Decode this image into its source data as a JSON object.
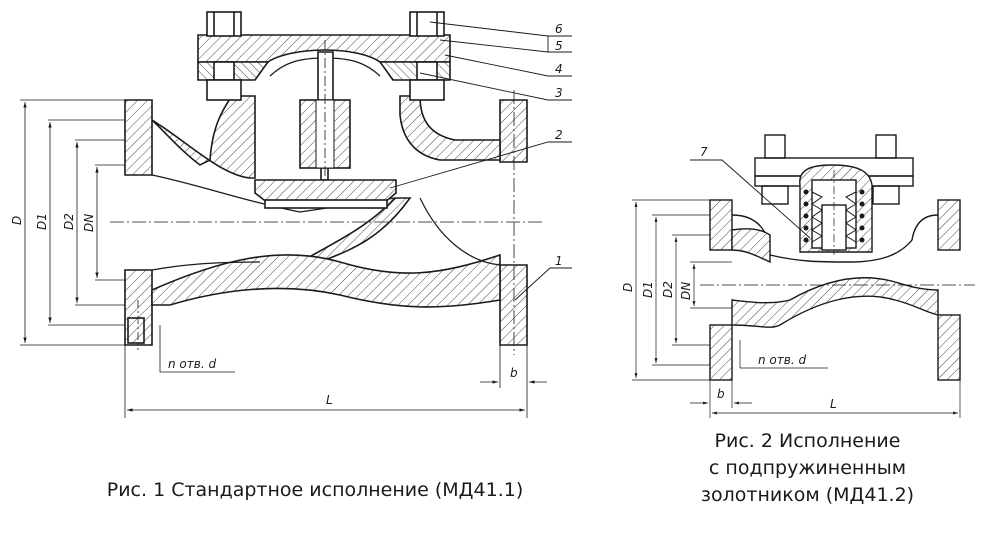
{
  "figure1": {
    "part_numbers": [
      "6",
      "5",
      "4",
      "3",
      "2",
      "1"
    ],
    "dims": {
      "D": "D",
      "D1": "D1",
      "D2": "D2",
      "DN": "DN",
      "L": "L",
      "b": "b",
      "holes": "n отв. d"
    },
    "caption": "Рис. 1 Стандартное исполнение (МД41.1)"
  },
  "figure2": {
    "part_numbers": [
      "7"
    ],
    "dims": {
      "D": "D",
      "D1": "D1",
      "D2": "D2",
      "DN": "DN",
      "L": "L",
      "b": "b",
      "holes": "n отв. d"
    },
    "caption_lines": [
      "Рис. 2 Исполнение",
      "с подпружиненным",
      "золотником (МД41.2)"
    ]
  }
}
